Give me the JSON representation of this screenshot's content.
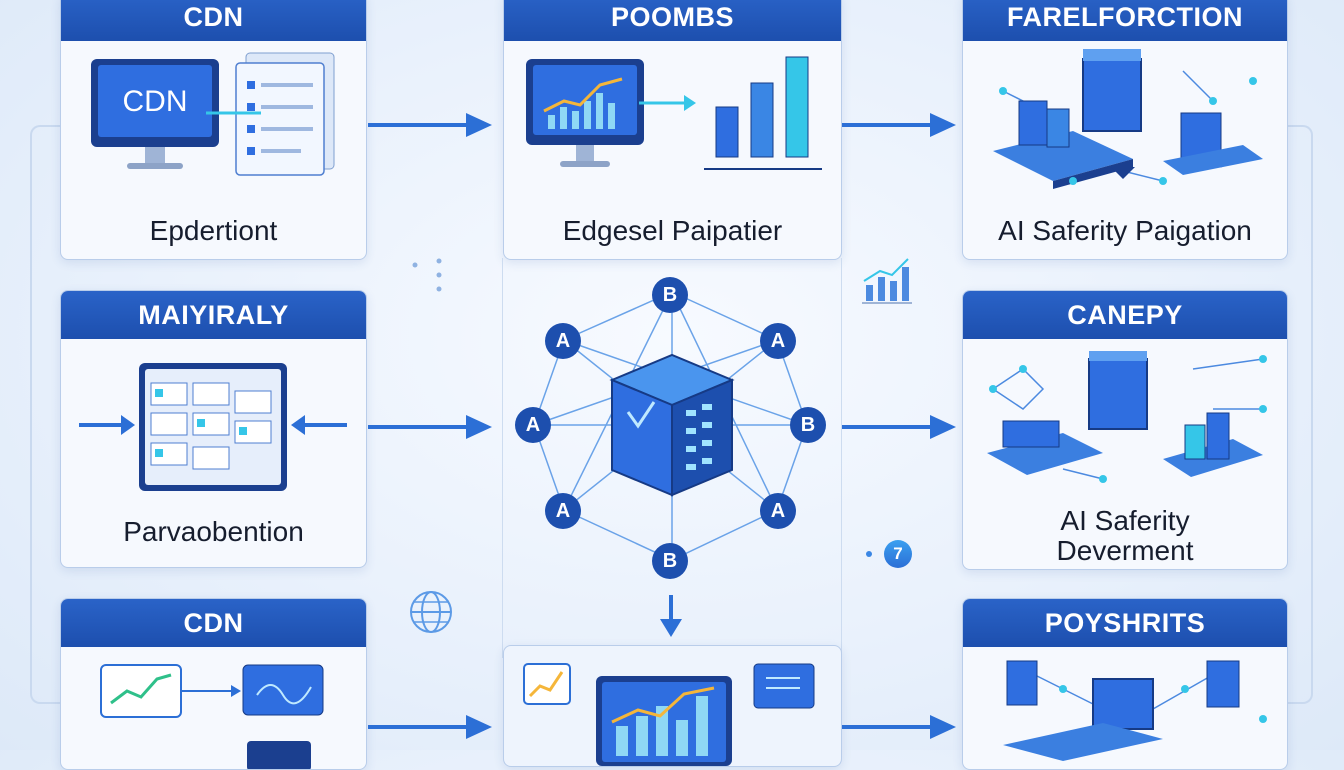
{
  "cards": {
    "top_left": {
      "title": "CDN",
      "label": "Epdertiont"
    },
    "top_center": {
      "title": "POOMBS",
      "label": "Edgesel Paipatier"
    },
    "top_right": {
      "title": "FARELFORCTION",
      "label": "AI Saferity Paigation"
    },
    "mid_left": {
      "title": "MAIYIRALY",
      "label": "Parvaobention"
    },
    "mid_right": {
      "title": "CANEPY",
      "label_line1": "AI Saferity",
      "label_line2": "Deverment"
    },
    "bottom_left": {
      "title": "CDN"
    },
    "bottom_right": {
      "title": "POYSHRITS"
    }
  },
  "monitor_text": "CDN",
  "network_nodes": {
    "top": "B",
    "upper_left": "A",
    "upper_right": "A",
    "left": "A",
    "right": "B",
    "lower_left": "A",
    "lower_right": "A",
    "bottom": "B"
  },
  "badge": "7",
  "colors": {
    "header_blue": "#1f54b4",
    "accent_blue": "#2c6fd6",
    "cyan": "#35c6e8",
    "text_dark": "#161d2e"
  }
}
